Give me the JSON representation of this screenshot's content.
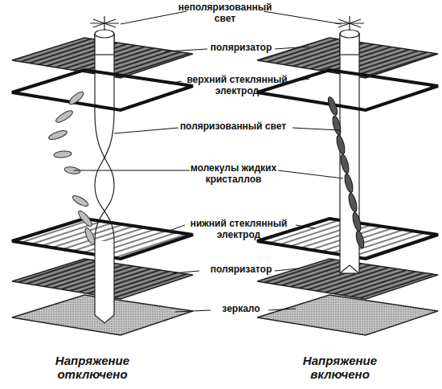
{
  "diagram": {
    "labels": [
      "неполяризованный свет",
      "поляризатор",
      "верхний стеклянный электрод",
      "поляризованный свет",
      "молекулы жидких кристаллов",
      "нижний стеклянный электрод",
      "поляризатор",
      "зеркало",
      "Напряжение отключено",
      "Напряжение включено"
    ]
  }
}
